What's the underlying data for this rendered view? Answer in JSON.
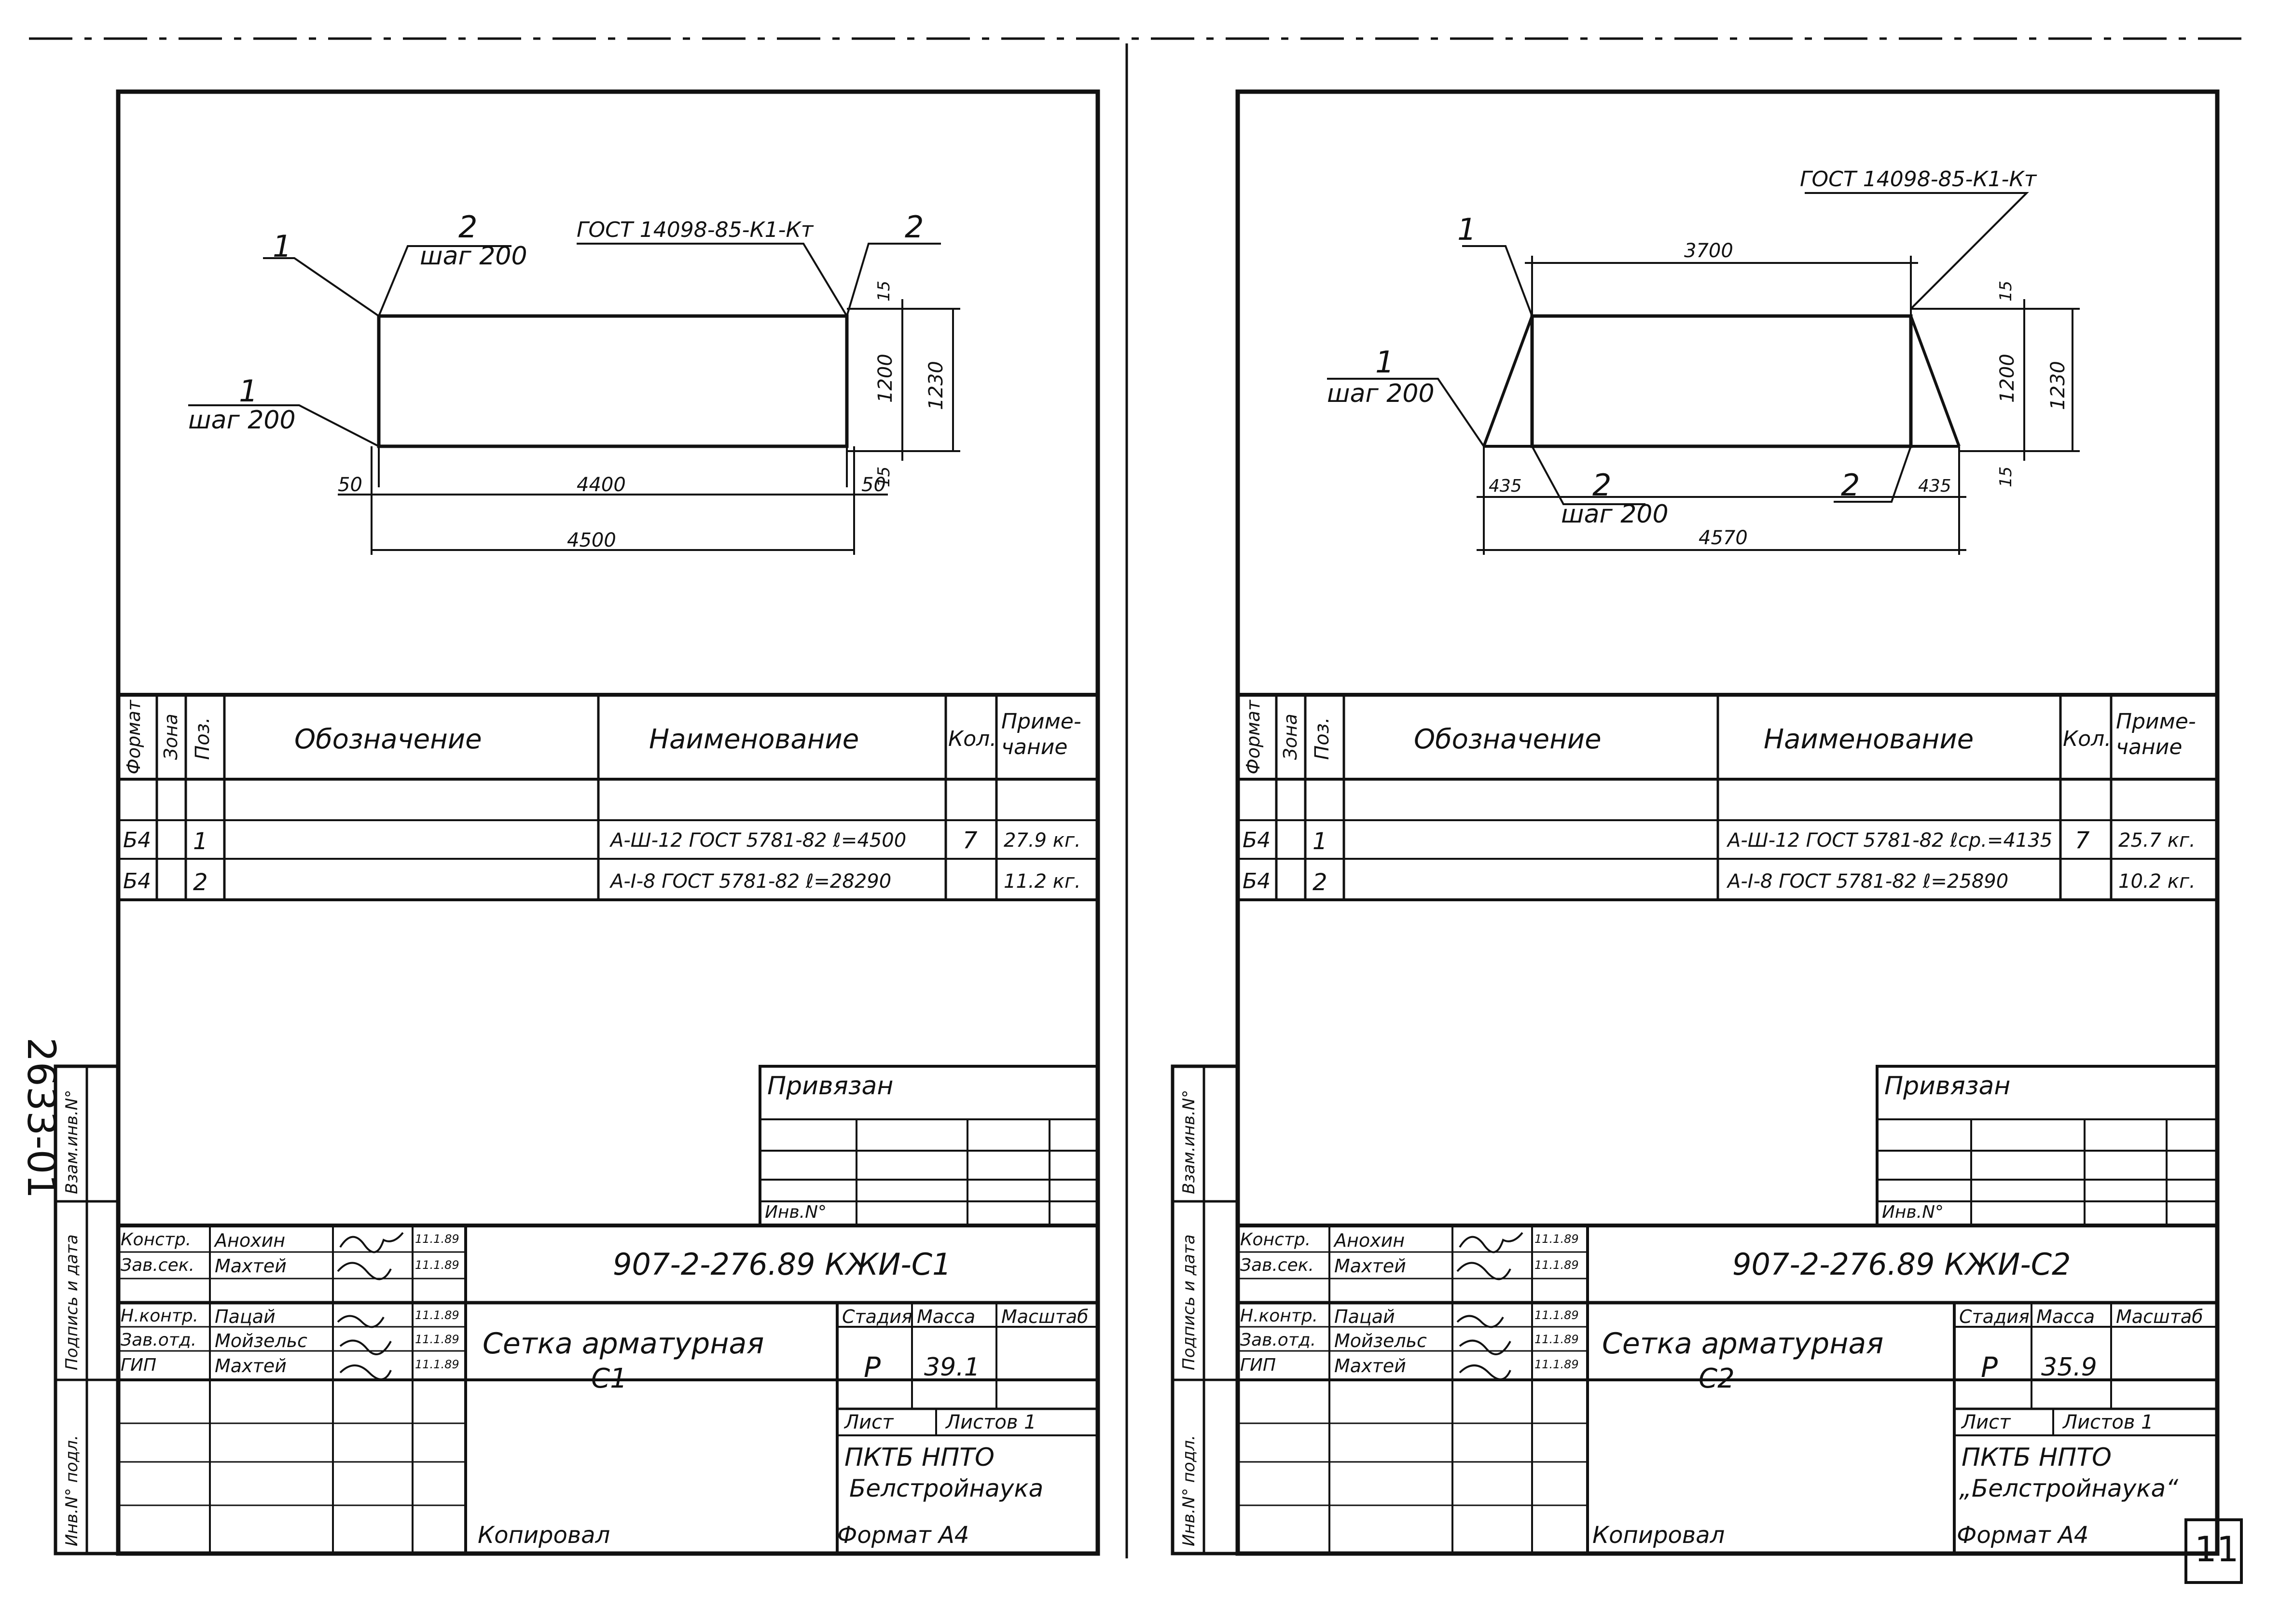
{
  "sheets": [
    {
      "drawing": {
        "label_left_top": "1",
        "label_left_bottom": "1",
        "step_left_bottom": "шаг 200",
        "label_top_mid": "2",
        "step_top_mid": "шаг 200",
        "gost": "ГОСТ 14098-85-К1-Кт",
        "label_top_right": "2",
        "dim_15_top": "15",
        "dim_1200": "1200",
        "dim_1230": "1230",
        "dim_15_bottom": "15",
        "dim_50_left": "50",
        "dim_4400": "4400",
        "dim_50_right": "50",
        "dim_4500": "4500"
      },
      "spec": {
        "headers": {
          "format": "Формат",
          "zone": "Зона",
          "pos": "Поз.",
          "designation": "Обозначение",
          "name": "Наименование",
          "qty": "Кол.",
          "note": "Приме-чание"
        },
        "rows": [
          {
            "format": "Б4",
            "pos": "1",
            "name": "А-Ш-12 ГОСТ 5781-82 ℓ=4500",
            "qty": "7",
            "note": "27.9 кг."
          },
          {
            "format": "Б4",
            "pos": "2",
            "name": "А-I-8 ГОСТ 5781-82 ℓ=28290",
            "qty": "",
            "note": "11.2 кг."
          }
        ]
      },
      "privyazan": "Привязан",
      "inv": "Инв.N°",
      "doc_number": "907-2-276.89 КЖИ-С1",
      "signers": [
        {
          "role": "Констр.",
          "name": "Анохин",
          "date": "11.1.89"
        },
        {
          "role": "Зав.сек.",
          "name": "Махтей",
          "date": "11.1.89"
        },
        {
          "role": "Н.контр.",
          "name": "Пацай",
          "date": "11.1.89"
        },
        {
          "role": "Зав.отд.",
          "name": "Мойзельс",
          "date": "11.1.89"
        },
        {
          "role": "ГИП",
          "name": "Махтей",
          "date": "11.1.89"
        }
      ],
      "title_line1": "Сетка арматурная",
      "title_line2": "С1",
      "stage_label": "Стадия",
      "mass_label": "Масса",
      "scale_label": "Масштаб",
      "stage": "Р",
      "mass": "39.1",
      "sheet_label": "Лист",
      "sheets_label": "Листов 1",
      "org_line1": "ПКТБ НПТО",
      "org_line2": "Белстройнаука",
      "copied": "Копировал",
      "format": "Формат А4"
    },
    {
      "drawing": {
        "label_left_top": "1",
        "label_left_bottom": "1",
        "step_left_bottom": "шаг 200",
        "label_bottom_mid": "2",
        "step_bottom_mid": "шаг 200",
        "gost": "ГОСТ 14098-85-К1-Кт",
        "label_bottom_right": "2",
        "dim_3700": "3700",
        "dim_15_top": "15",
        "dim_1200": "1200",
        "dim_1230": "1230",
        "dim_15_bottom": "15",
        "dim_435_left": "435",
        "dim_435_right": "435",
        "dim_4570": "4570"
      },
      "spec": {
        "headers": {
          "format": "Формат",
          "zone": "Зона",
          "pos": "Поз.",
          "designation": "Обозначение",
          "name": "Наименование",
          "qty": "Кол.",
          "note": "Приме-чание"
        },
        "rows": [
          {
            "format": "Б4",
            "pos": "1",
            "name": "А-Ш-12 ГОСТ 5781-82 ℓср.=4135",
            "qty": "7",
            "note": "25.7 кг."
          },
          {
            "format": "Б4",
            "pos": "2",
            "name": "А-I-8 ГОСТ 5781-82 ℓ=25890",
            "qty": "",
            "note": "10.2 кг."
          }
        ]
      },
      "privyazan": "Привязан",
      "inv": "Инв.N°",
      "doc_number": "907-2-276.89 КЖИ-С2",
      "signers": [
        {
          "role": "Констр.",
          "name": "Анохин",
          "date": "11.1.89"
        },
        {
          "role": "Зав.сек.",
          "name": "Махтей",
          "date": "11.1.89"
        },
        {
          "role": "Н.контр.",
          "name": "Пацай",
          "date": "11.1.89"
        },
        {
          "role": "Зав.отд.",
          "name": "Мойзельс",
          "date": "11.1.89"
        },
        {
          "role": "ГИП",
          "name": "Махтей",
          "date": "11.1.89"
        }
      ],
      "title_line1": "Сетка арматурная",
      "title_line2": "С2",
      "stage_label": "Стадия",
      "mass_label": "Масса",
      "scale_label": "Масштаб",
      "stage": "Р",
      "mass": "35.9",
      "sheet_label": "Лист",
      "sheets_label": "Листов 1",
      "org_line1": "ПКТБ НПТО",
      "org_line2": "„Белстройнаука“",
      "copied": "Копировал",
      "format": "Формат А4"
    }
  ],
  "side": {
    "album_code": "2633-01",
    "inv_replace": "Взам.инв.N°",
    "sign_date": "Подпись и дата",
    "inv_orig": "Инв.N° подл."
  },
  "page_number": "11"
}
